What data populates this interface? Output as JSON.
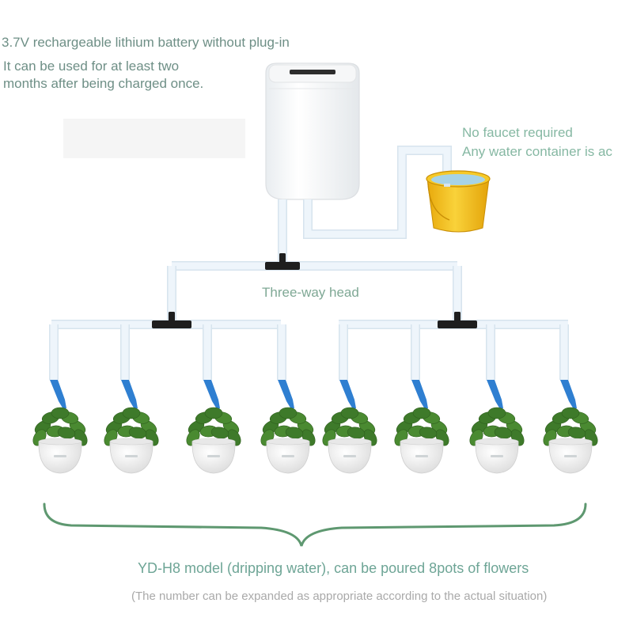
{
  "labels": {
    "battery_line1": "3.7V rechargeable lithium battery without plug-in",
    "battery_line2": "It can be used for at least two",
    "battery_line3": "months after being charged once.",
    "faucet_line1": "No faucet required",
    "faucet_line2": "Any water container is ac",
    "three_way": "Three-way head",
    "model": "YD-H8 model (dripping water), can be poured 8pots of flowers",
    "note": "(The number can be expanded as appropriate according to the actual situation)"
  },
  "components": {
    "pump_unit": "water-pump-unit",
    "water_bucket": "bucket-icon",
    "tee_connector": "tee-connector-icon",
    "dripper": "dripper-icon",
    "plant_pot": "potted-plant-icon"
  },
  "pot_count": 8,
  "colors": {
    "tube": "#eef5fb",
    "tube_edge": "#d7e4ee",
    "connector": "#1e1e1e",
    "dripper": "#2f7fd1",
    "leaf": "#3e7a2a",
    "bucket": "#f4c11d",
    "brace": "#5e9870",
    "pot": "#f5f5f5"
  }
}
